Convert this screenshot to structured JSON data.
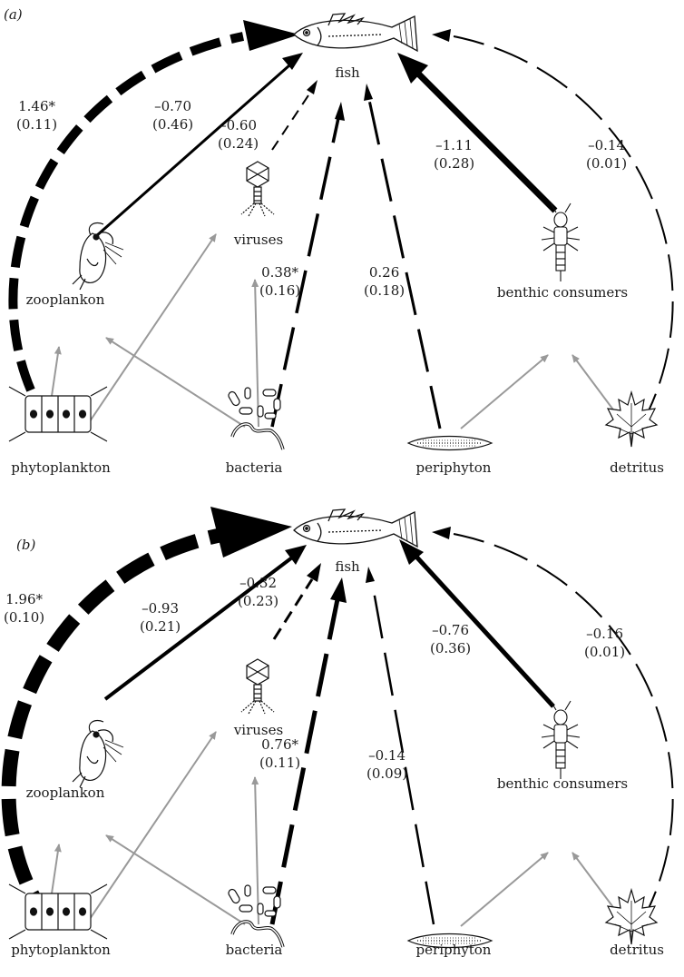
{
  "nodes": {
    "fish": "fish",
    "viruses": "viruses",
    "zooplankton": "zooplankon",
    "benthic": "benthic consumers",
    "phytoplankton": "phytoplankton",
    "bacteria": "bacteria",
    "periphyton": "periphyton",
    "detritus": "detritus"
  },
  "panels": [
    {
      "label": "(a)",
      "coefficients": {
        "phyto_fish": {
          "est": "1.46*",
          "se": "(0.11)"
        },
        "zoo_fish": {
          "est": "–0.70",
          "se": "(0.46)"
        },
        "virus_fish": {
          "est": "–0.60",
          "se": "(0.24)"
        },
        "bact_fish": {
          "est": "0.38*",
          "se": "(0.16)"
        },
        "peri_fish": {
          "est": "0.26",
          "se": "(0.18)"
        },
        "benthic_fish": {
          "est": "–1.11",
          "se": "(0.28)"
        },
        "detritus_fish": {
          "est": "–0.14",
          "se": "(0.01)"
        }
      }
    },
    {
      "label": "(b)",
      "coefficients": {
        "phyto_fish": {
          "est": "1.96*",
          "se": "(0.10)"
        },
        "zoo_fish": {
          "est": "–0.93",
          "se": "(0.21)"
        },
        "virus_fish": {
          "est": "–0.32",
          "se": "(0.23)"
        },
        "bact_fish": {
          "est": "0.76*",
          "se": "(0.11)"
        },
        "peri_fish": {
          "est": "–0.14",
          "se": "(0.09)"
        },
        "benthic_fish": {
          "est": "–0.76",
          "se": "(0.36)"
        },
        "detritus_fish": {
          "est": "–0.16",
          "se": "(0.01)"
        }
      }
    }
  ]
}
